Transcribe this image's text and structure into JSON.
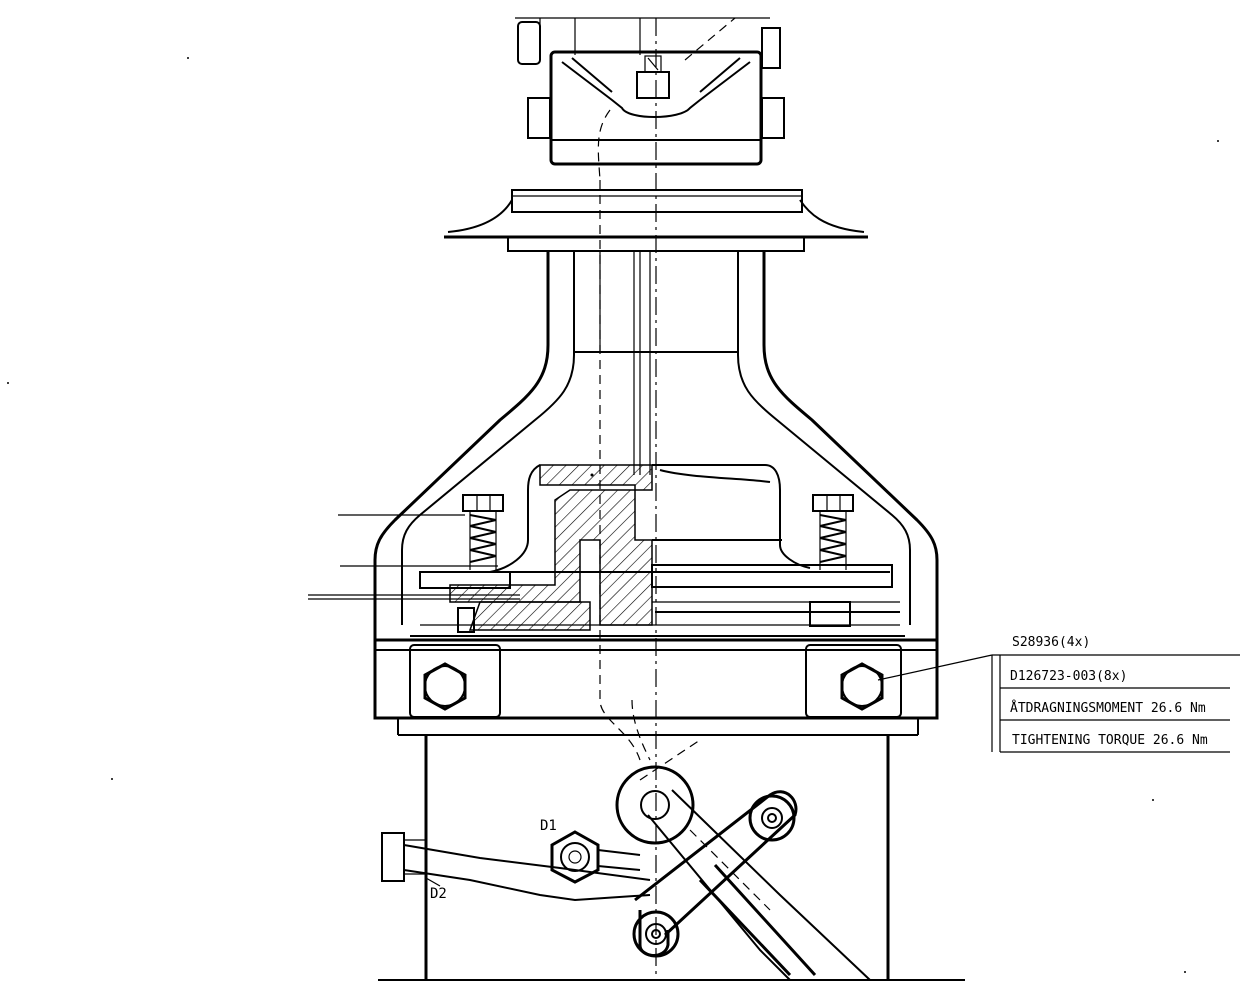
{
  "callouts": {
    "part_number": "S28936(4x)",
    "bolt_number": "D126723-003(8x)",
    "torque_sv": "ÅTDRAGNINGSMOMENT 26.6 Nm",
    "torque_en": "TIGHTENING TORQUE 26.6 Nm"
  },
  "labels": {
    "d1": "D1",
    "d2": "D2"
  }
}
